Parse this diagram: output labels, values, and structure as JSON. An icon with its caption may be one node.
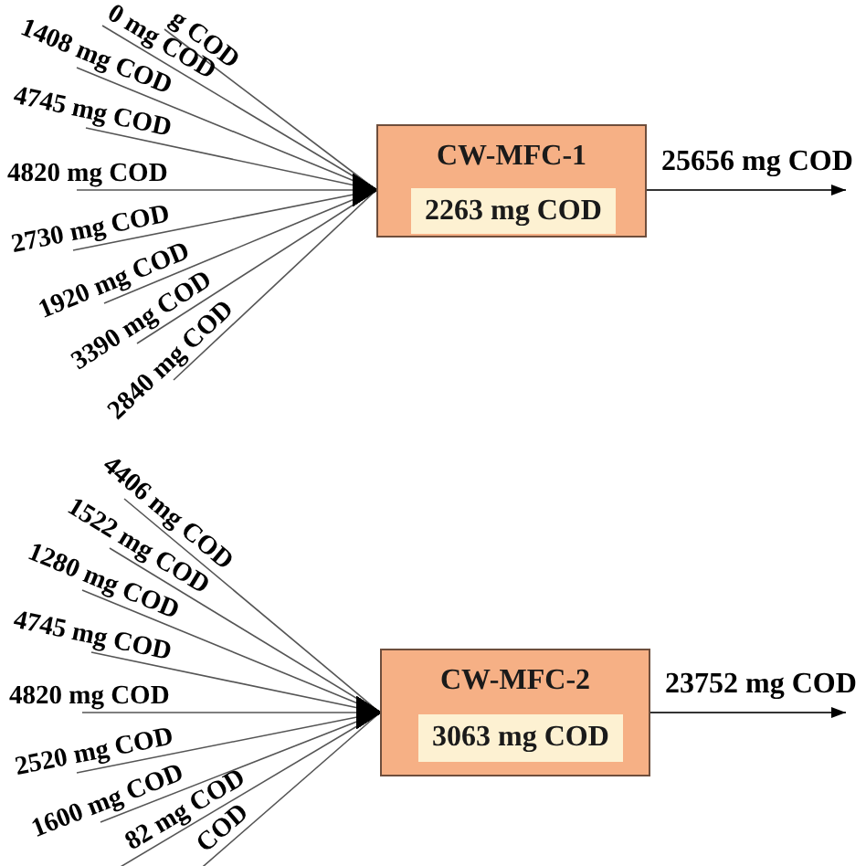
{
  "diagram": {
    "nodes": [
      {
        "text": [
          "g COD"
        ]
      },
      {
        "text": [
          "0 mg COD"
        ]
      },
      {
        "text": [
          "1408 mg COD"
        ]
      },
      {
        "text": [
          "4745 mg COD"
        ]
      },
      {
        "text": [
          "4820 mg COD"
        ]
      },
      {
        "text": [
          "2730 mg COD"
        ]
      },
      {
        "text": [
          "1920 mg COD"
        ]
      },
      {
        "text": [
          "3390 mg COD"
        ]
      },
      {
        "text": [
          "2840 mg COD"
        ]
      },
      {
        "text": [
          "CW-MFC-1"
        ]
      },
      {
        "text": [
          "2263 mg COD"
        ],
        "in": 9
      },
      {
        "text": [
          "4406 mg COD"
        ]
      },
      {
        "text": [
          "1522 mg COD"
        ]
      },
      {
        "text": [
          "1280 mg COD"
        ]
      },
      {
        "text": [
          "4745 mg COD"
        ]
      },
      {
        "text": [
          "4820 mg COD"
        ]
      },
      {
        "text": [
          "2520 mg COD"
        ]
      },
      {
        "text": [
          "1600 mg COD"
        ]
      },
      {
        "text": [
          "82 mg COD"
        ]
      },
      {
        "text": [
          "COD"
        ]
      },
      {
        "text": [
          "CW-MFC-2"
        ]
      },
      {
        "text": [
          "3063 mg COD"
        ],
        "in": 20
      }
    ],
    "edges": [
      {
        "from": 0,
        "to": 9,
        "arrow": "to"
      },
      {
        "from": 1,
        "to": 9,
        "arrow": "to"
      },
      {
        "from": 2,
        "to": 9,
        "arrow": "to"
      },
      {
        "from": 3,
        "to": 9,
        "arrow": "to"
      },
      {
        "from": 4,
        "to": 9,
        "arrow": "to"
      },
      {
        "from": 5,
        "to": 9,
        "arrow": "to"
      },
      {
        "from": 6,
        "to": 9,
        "arrow": "to"
      },
      {
        "from": 7,
        "to": 9,
        "arrow": "to"
      },
      {
        "from": 8,
        "to": 9,
        "arrow": "to"
      },
      {
        "from": 9,
        "to": null,
        "arrow": "to",
        "label": "25656 mg COD"
      },
      {
        "from": 11,
        "to": 20,
        "arrow": "to"
      },
      {
        "from": 12,
        "to": 20,
        "arrow": "to"
      },
      {
        "from": 13,
        "to": 20,
        "arrow": "to"
      },
      {
        "from": 14,
        "to": 20,
        "arrow": "to"
      },
      {
        "from": 15,
        "to": 20,
        "arrow": "to"
      },
      {
        "from": 16,
        "to": 20,
        "arrow": "to"
      },
      {
        "from": 17,
        "to": 20,
        "arrow": "to"
      },
      {
        "from": 18,
        "to": 20,
        "arrow": "to"
      },
      {
        "from": 19,
        "to": 20,
        "arrow": "to"
      },
      {
        "from": 20,
        "to": null,
        "arrow": "to",
        "label": "23752 mg COD"
      }
    ]
  }
}
